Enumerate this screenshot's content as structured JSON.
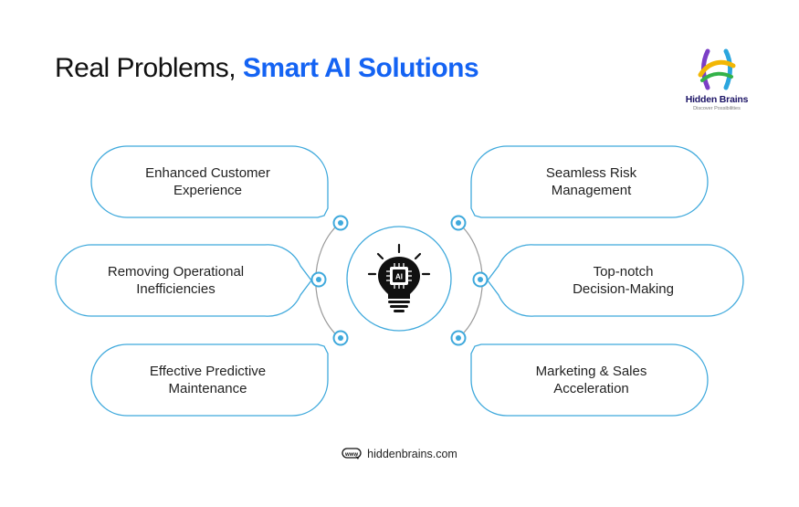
{
  "title": {
    "part1": "Real Problems, ",
    "part2": "Smart AI Solutions"
  },
  "logo": {
    "brand": "Hidden Brains",
    "tagline": "Discover Possibilities"
  },
  "center": {
    "chip_label": "AI",
    "icon": "lightbulb-ai-icon"
  },
  "left_items": [
    {
      "line1": "Enhanced Customer",
      "line2": "Experience"
    },
    {
      "line1": "Removing Operational",
      "line2": "Inefficiencies"
    },
    {
      "line1": "Effective Predictive",
      "line2": "Maintenance"
    }
  ],
  "right_items": [
    {
      "line1": "Seamless Risk",
      "line2": "Management"
    },
    {
      "line1": "Top-notch",
      "line2": "Decision-Making"
    },
    {
      "line1": "Marketing & Sales",
      "line2": "Acceleration"
    }
  ],
  "footer": {
    "icon": "www-icon",
    "website": "hiddenbrains.com"
  },
  "colors": {
    "accent": "#1463f3",
    "bubble_border": "#3fa9dc",
    "connector": "#9a9a9a",
    "logo_navy": "#1c1466"
  }
}
